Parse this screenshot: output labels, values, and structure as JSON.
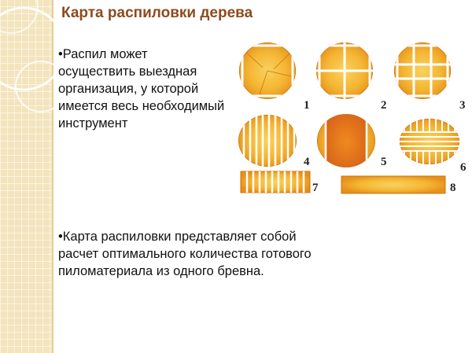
{
  "title": "Карта распиловки дерева",
  "bullets": [
    "•Распил может осуществить выездная организация, у которой имеется весь необходимый инструмент",
    "•Карта распиловки представляет собой расчет оптимального количества готового пиломатериала из одного бревна."
  ],
  "diagram": {
    "labels": [
      "1",
      "2",
      "3",
      "4",
      "5",
      "6",
      "7",
      "8"
    ]
  },
  "colors": {
    "title": "#8c4b1e",
    "wood_light": "#f7c54a",
    "wood_dark": "#e7941c",
    "kerf": "#ffffff",
    "outline": "#c9740f",
    "decor": "#f3e4bd"
  }
}
